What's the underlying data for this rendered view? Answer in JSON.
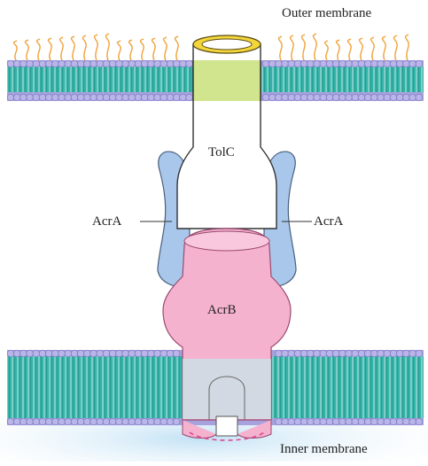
{
  "labels": {
    "outer_membrane": "Outer membrane",
    "inner_membrane": "Inner membrane",
    "tolc": "TolC",
    "acra_left": "AcrA",
    "acra_right": "AcrA",
    "acrb": "AcrB"
  },
  "colors": {
    "membrane_teal": "#35b3a8",
    "lipid_head": "#a7a2dd",
    "lipid_tail_orange": "#f0a23a",
    "tolc_rim_yellow": "#f3d63b",
    "tolc_overlap_green": "#c9e07a",
    "acra_blue": "#a9c7ea",
    "acrb_pink": "#f5b2cf",
    "inner_overlap_light": "#c7e6e8",
    "cytoplasm_glow": "#bfe0f4",
    "pore_dash_magenta": "#e0468f"
  }
}
